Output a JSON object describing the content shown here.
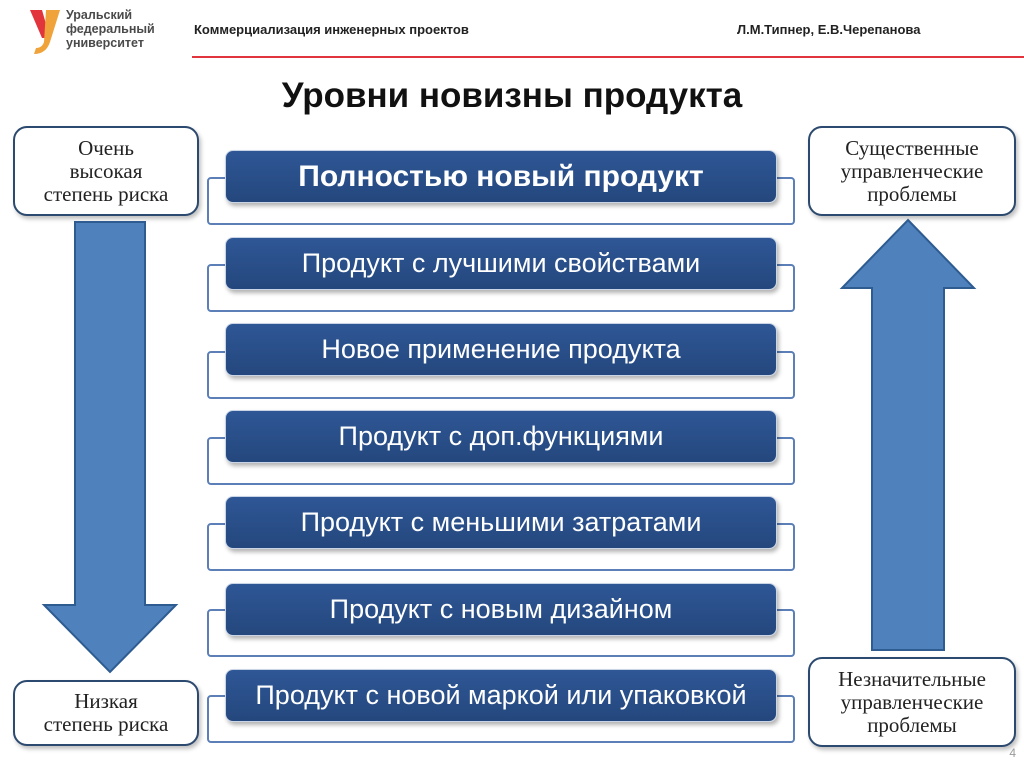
{
  "header": {
    "logo_lines": [
      "Уральский",
      "федеральный",
      "университет"
    ],
    "course": "Коммерциализация инженерных проектов",
    "authors": "Л.М.Типнер,  Е.В.Черепанова"
  },
  "title": "Уровни новизны продукта",
  "left": {
    "top_lines": [
      "Очень",
      "высокая",
      "степень риска"
    ],
    "bottom_lines": [
      "Низкая",
      "степень риска"
    ]
  },
  "right": {
    "top_lines": [
      "Существенные",
      "управленческие",
      "проблемы"
    ],
    "bottom_lines": [
      "Незначительные",
      "управленческие",
      "проблемы"
    ]
  },
  "levels": [
    "Полностью новый продукт",
    "Продукт с лучшими свойствами",
    "Новое применение продукта",
    "Продукт с доп.функциями",
    "Продукт с меньшими затратами",
    "Продукт с новым дизайном",
    "Продукт с новой маркой или упаковкой"
  ],
  "colors": {
    "bar": "#2a4f8a",
    "arrow": "#4f81bd",
    "accent_line": "#e2343c"
  },
  "page_number": "4"
}
